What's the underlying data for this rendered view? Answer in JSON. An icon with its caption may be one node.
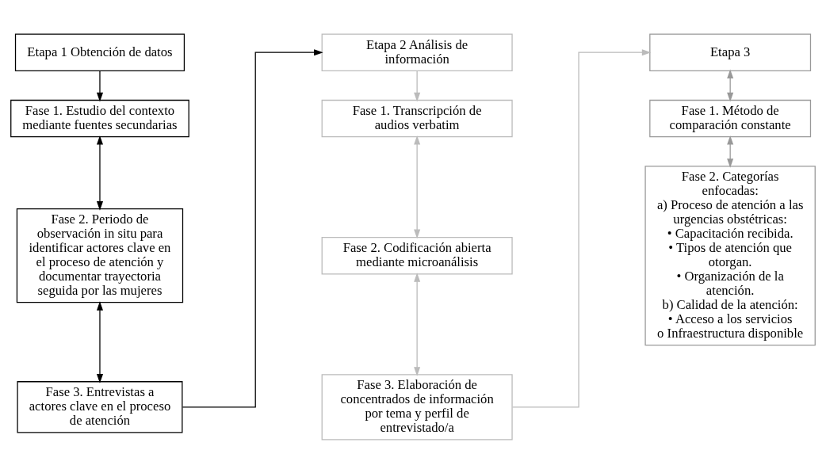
{
  "diagram": {
    "nodes": [
      {
        "text": [
          "Etapa 1 Obtención de datos"
        ]
      },
      {
        "text": [
          "Fase 1. Estudio del contexto mediante fuentes secundarias"
        ]
      },
      {
        "text": [
          "Fase 2. Periodo de observación in situ para identificar actores clave en el proceso de atención y documentar trayectoria seguida por las mujeres"
        ]
      },
      {
        "text": [
          "Fase 3. Entrevistas a actores clave en el proceso de atención"
        ]
      },
      {
        "text": [
          "Etapa 2 Análisis de información"
        ]
      },
      {
        "text": [
          "Fase 1. Transcripción de audios verbatim"
        ]
      },
      {
        "text": [
          "Fase 2. Codificación abierta mediante microanálisis"
        ]
      },
      {
        "text": [
          "Fase 3. Elaboración de concentrados de información por tema y perfil de entrevistado/a"
        ]
      },
      {
        "text": [
          "Etapa 3"
        ]
      },
      {
        "text": [
          "Fase 1. Método de comparación constante"
        ]
      },
      {
        "text": [
          "Fase 2. Categorías enfocadas:",
          "a) Proceso de atención a las urgencias obstétricas:",
          "• Capacitación recibida.",
          "• Tipos de atención que otorgan.",
          "• Organización de la atención.",
          "b) Calidad de la atención:",
          "• Acceso a los servicios",
          "o Infraestructura disponible"
        ]
      }
    ],
    "edges": [
      {
        "from": 0,
        "to": 1,
        "arrow": "to"
      },
      {
        "from": 1,
        "to": 2,
        "arrow": "both"
      },
      {
        "from": 2,
        "to": 3,
        "arrow": "both"
      },
      {
        "from": 3,
        "to": 4,
        "arrow": "to"
      },
      {
        "from": 4,
        "to": 5,
        "arrow": "to",
        "color": "#bbbbbb"
      },
      {
        "from": 5,
        "to": 6,
        "arrow": "both",
        "color": "#bbbbbb"
      },
      {
        "from": 6,
        "to": 7,
        "arrow": "both",
        "color": "#bbbbbb"
      },
      {
        "from": 7,
        "to": 8,
        "arrow": "to",
        "color": "#bbbbbb"
      },
      {
        "from": 8,
        "to": 9,
        "arrow": "both",
        "color": "#999999"
      },
      {
        "from": 9,
        "to": 10,
        "arrow": "both",
        "color": "#999999"
      }
    ]
  }
}
